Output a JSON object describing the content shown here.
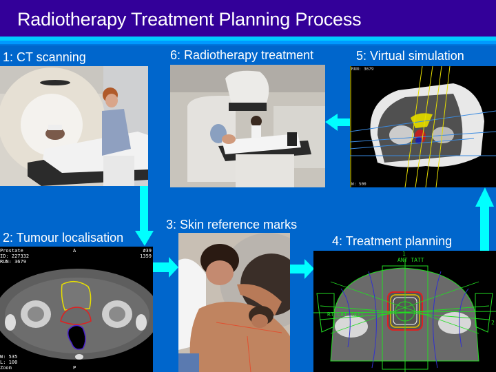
{
  "slide": {
    "title": "Radiotherapy Treatment Planning Process",
    "colors": {
      "header_bg": "#330099",
      "body_bg": "#0066cc",
      "stripe_cyan": "#00ccff",
      "stripe_blue": "#0099ff",
      "arrow": "#00ffff",
      "text": "#ffffff"
    }
  },
  "steps": [
    {
      "label": "1: CT scanning"
    },
    {
      "label": "2: Tumour localisation",
      "overlay": {
        "top_left": [
          "Prostate",
          "ID: 227332",
          "RUN: 3679"
        ],
        "top_center": "A",
        "top_right": [
          "#39",
          "1359"
        ],
        "bottom_left": [
          "W: 535",
          "L: 100",
          "Zoom"
        ],
        "bottom_center": "P"
      }
    },
    {
      "label": "3: Skin reference marks"
    },
    {
      "label": "4: Treatment planning",
      "overlay": {
        "beam_number_top": "1",
        "ant_label": "ANT TATT",
        "lat_label": "RT LAT TATT",
        "beam_number_right": "2"
      }
    },
    {
      "label": "5: Virtual simulation",
      "overlay": {
        "top_left": "RUN: 3679",
        "bottom_left": "W: 500"
      }
    },
    {
      "label": "6: Radiotherapy treatment"
    }
  ],
  "arrows": [
    {
      "from": "1",
      "to": "2",
      "direction": "down"
    },
    {
      "from": "2",
      "to": "3",
      "direction": "right"
    },
    {
      "from": "3",
      "to": "4",
      "direction": "right"
    },
    {
      "from": "4",
      "to": "5",
      "direction": "up"
    },
    {
      "from": "5",
      "to": "6",
      "direction": "left"
    }
  ]
}
